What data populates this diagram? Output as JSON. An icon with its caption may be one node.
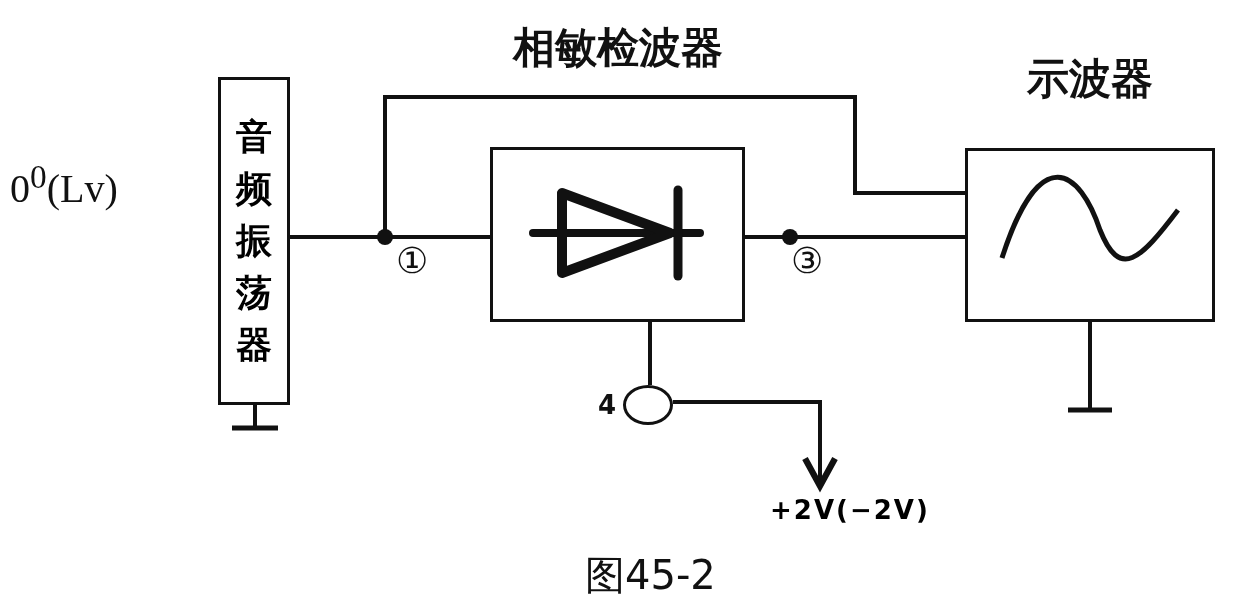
{
  "diagram": {
    "caption": "图45-2",
    "nodes": [
      {
        "text": [
          "音频振荡器"
        ]
      },
      {
        "text": [
          "相敏检波器"
        ]
      },
      {
        "text": [
          "示波器"
        ]
      },
      {
        "text": [],
        "shape": "circle",
        "beside": [
          "4"
        ]
      },
      {
        "text": [
          "+2V(−2V)"
        ]
      }
    ],
    "edges": [
      {
        "from": 0,
        "to": 1,
        "arrow": "none"
      },
      {
        "from": 0,
        "to": 2,
        "arrow": "none"
      },
      {
        "from": 1,
        "to": 2,
        "arrow": "none"
      },
      {
        "from": 1,
        "to": 3,
        "arrow": "none"
      },
      {
        "from": 3,
        "to": 4,
        "arrow": "to"
      }
    ],
    "labels": [
      "0$^{0}$(Lv)",
      "①",
      "③"
    ]
  }
}
